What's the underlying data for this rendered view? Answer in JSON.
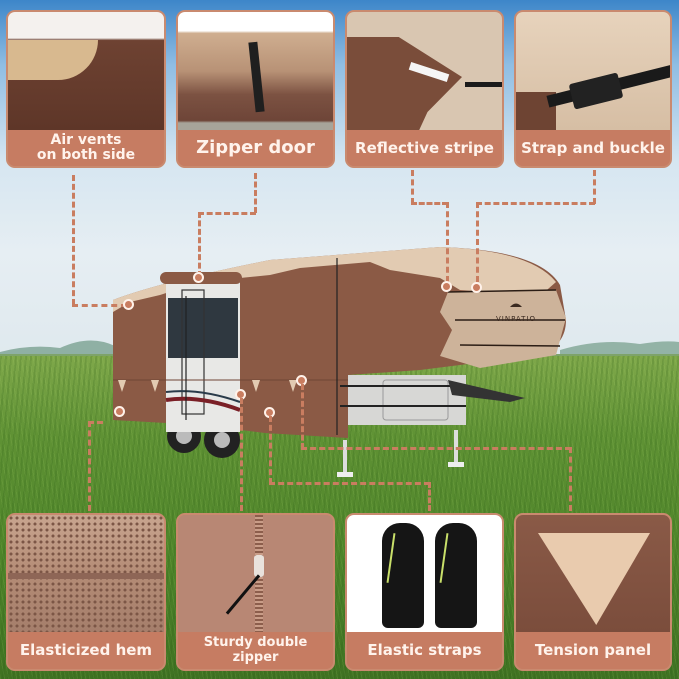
{
  "brand": {
    "logo_text": "VINPATIO"
  },
  "colors": {
    "label_bg": "#c67c62",
    "label_text": "#fff3ec",
    "dash_line": "#c97d60",
    "cover_brown": "#8b5a45",
    "cover_tan": "#e2cbb2"
  },
  "top_features": [
    {
      "label_line1": "Air vents",
      "label_line2": "on both side",
      "icon": "air-vent"
    },
    {
      "label_line1": "Zipper door",
      "label_line2": "",
      "icon": "zipper-door"
    },
    {
      "label_line1": "Reflective stripe",
      "label_line2": "",
      "icon": "reflective-stripe"
    },
    {
      "label_line1": "Strap and buckle",
      "label_line2": "",
      "icon": "strap-buckle"
    }
  ],
  "bottom_features": [
    {
      "label_line1": "Elasticized hem",
      "label_line2": "",
      "icon": "elastic-hem"
    },
    {
      "label_line1": "Sturdy double",
      "label_line2": "zipper",
      "icon": "double-zipper"
    },
    {
      "label_line1": "Elastic straps",
      "label_line2": "",
      "icon": "elastic-straps"
    },
    {
      "label_line1": "Tension panel",
      "label_line2": "",
      "icon": "tension-panel"
    }
  ]
}
